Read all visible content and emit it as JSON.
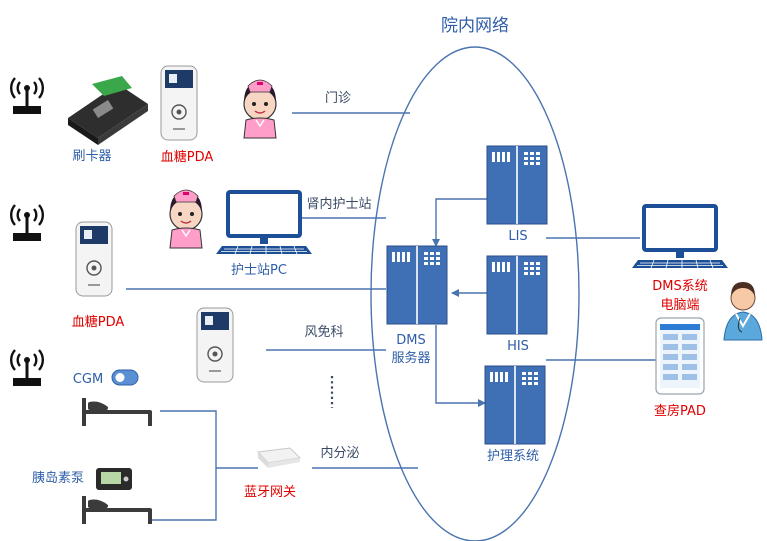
{
  "network_title": "院内网络",
  "labels": {
    "card_reader": "刷卡器",
    "glucose_pda_top": "血糖PDA",
    "glucose_pda_left": "血糖PDA",
    "outpatient": "门诊",
    "nephrology_station": "肾内护士站",
    "nurse_pc": "护士站PC",
    "rheumatology": "风免科",
    "endocrinology": "内分泌",
    "cgm": "CGM",
    "insulin_pump": "胰岛素泵",
    "bt_gateway": "蓝牙网关",
    "lis": "LIS",
    "his": "HIS",
    "dms_server_line1": "DMS",
    "dms_server_line2": "服务器",
    "nursing_system": "护理系统",
    "dms_pc_line1": "DMS系统",
    "dms_pc_line2": "电脑端",
    "ward_pad": "查房PAD"
  },
  "colors": {
    "accent_blue": "#2e5ea8",
    "server_blue": "#3f6fb5",
    "highlight_red": "#e00000",
    "line_blue": "#4a74b0"
  },
  "icons": [
    "wifi-router-icon",
    "card-reader-icon",
    "glucose-pda-icon",
    "nurse-icon",
    "monitor-icon",
    "server-icon",
    "bed-icon",
    "toggle-icon",
    "insulin-pump-icon",
    "gateway-icon",
    "tablet-icon",
    "doctor-icon"
  ]
}
